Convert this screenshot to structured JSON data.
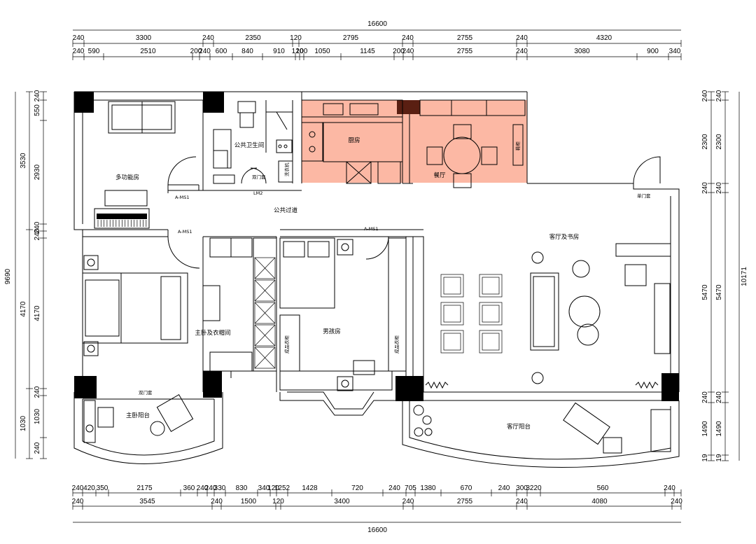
{
  "dimensions": {
    "top_total": "16600",
    "top_row1": [
      "240",
      "3300",
      "240",
      "2350",
      "120",
      "2795",
      "240",
      "2755",
      "240",
      "4320"
    ],
    "top_row2": [
      "240",
      "590",
      "2510",
      "200",
      "240",
      "600",
      "840",
      "910",
      "120",
      "100",
      "1050",
      "1145",
      "200",
      "240",
      "2755",
      "240",
      "3080",
      "900",
      "340"
    ],
    "bottom_row1": [
      "240",
      "420",
      "350",
      "2175",
      "360",
      "240",
      "240",
      "330",
      "830",
      "340",
      "120",
      "1252",
      "1428",
      "720",
      "240",
      "705",
      "1380",
      "670",
      "240",
      "300",
      "3220",
      "560",
      "240"
    ],
    "bottom_row2": [
      "240",
      "3545",
      "240",
      "1500",
      "120",
      "3400",
      "240",
      "2755",
      "240",
      "4080",
      "240"
    ],
    "bottom_total": "16600",
    "left_outer": "9690",
    "left_mid": [
      "3530",
      "4170",
      "1030"
    ],
    "left_inner": [
      "240",
      "550",
      "2930",
      "240",
      "240",
      "4170",
      "240",
      "1030",
      "240"
    ],
    "right_outer": "10171",
    "right_mid": [
      "240",
      "2300",
      "240",
      "5470",
      "240",
      "1490",
      "19"
    ],
    "right_inner": [
      "240",
      "2300",
      "240",
      "5470",
      "240",
      "1490",
      "19"
    ]
  },
  "rooms": {
    "multi": "多功能房",
    "bath": "公共卫生间",
    "kitchen": "厨房",
    "dining": "餐厅",
    "corridor": "公共过道",
    "master": "主卧及衣帽间",
    "boy": "男孩房",
    "living": "客厅及书房",
    "master_balcony": "主卧阳台",
    "living_balcony": "客厅阳台"
  },
  "labels": {
    "am1": "A-MS1",
    "am2": "A-MS1",
    "am3": "A-MS1",
    "lm2": "LM2",
    "double_door_1": "双门套",
    "double_door_2": "双门套",
    "single_door": "单门套",
    "wardrobe_1": "成品衣柜",
    "wardrobe_2": "成品衣柜",
    "shoe": "鞋柜",
    "washer": "洗衣机"
  },
  "colors": {
    "highlight": "#fcb8a4",
    "column": "#000000",
    "column_highlight": "#5a1f12"
  }
}
